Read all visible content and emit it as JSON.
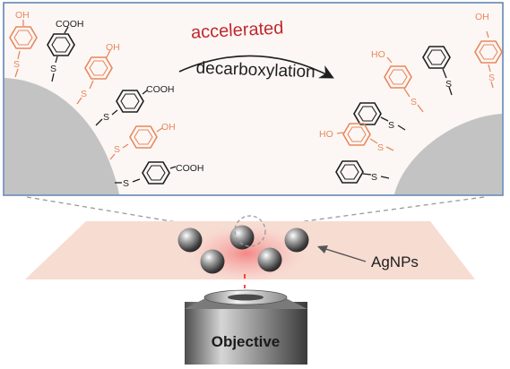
{
  "labels": {
    "top_line": "accelerated",
    "bottom_line": "decarboxylation",
    "particles": "AgNPs",
    "lens": "Objective"
  },
  "groups": {
    "cooh": "COOH",
    "oh": "OH",
    "ho": "HO",
    "s": "S"
  },
  "colors": {
    "dark": "#1e1e1e",
    "orange": "#e8875e",
    "accent_red": "#c0272d",
    "panel_bg": "#fcf7f4",
    "panel_border": "#5a7fae",
    "nanoparticle": "#c3c3c3",
    "plane": "#f7dcd2"
  }
}
